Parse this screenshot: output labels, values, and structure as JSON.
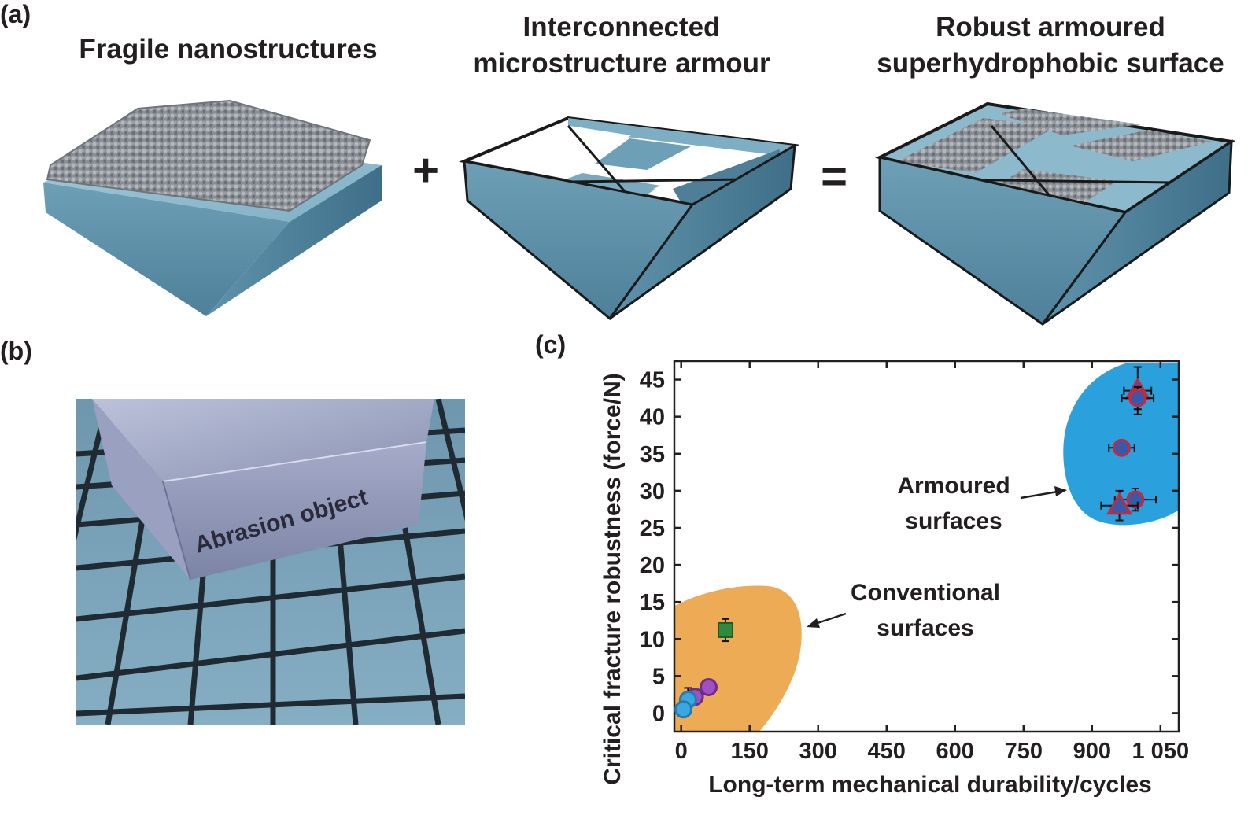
{
  "panel_a": {
    "label": "(a)",
    "col1_title": "Fragile nanostructures",
    "col2_title_line1": "Interconnected",
    "col2_title_line2": "microstructure armour",
    "col3_title_line1": "Robust armoured",
    "col3_title_line2": "superhydrophobic surface",
    "plus": "+",
    "equals": "="
  },
  "panel_b": {
    "label": "(b)",
    "object_label": "Abrasion object"
  },
  "panel_c": {
    "label": "(c)",
    "armoured_line1": "Armoured",
    "armoured_line2": "surfaces",
    "conventional_line1": "Conventional",
    "conventional_line2": "surfaces"
  },
  "colors": {
    "slab_top": "#8db8cc",
    "slab_side": "#5e8fa8",
    "armoured_region": "#2aa0dc",
    "conventional_region": "#eeab55",
    "marker_red": "#c8283a",
    "marker_blue": "#3a58a8",
    "marker_green": "#2e8b3e",
    "marker_purple": "#a050c0"
  },
  "chart_data": {
    "type": "scatter",
    "xlabel": "Long-term mechanical durability/cycles",
    "ylabel": "Critical fracture robustness (force/N)",
    "xlim": [
      -15,
      1090
    ],
    "ylim": [
      -2.5,
      47.5
    ],
    "xticks": [
      0,
      150,
      300,
      450,
      600,
      750,
      900,
      1050
    ],
    "xtick_labels": [
      "0",
      "150",
      "300",
      "450",
      "600",
      "750",
      "900",
      "1 050"
    ],
    "yticks": [
      0,
      5,
      10,
      15,
      20,
      25,
      30,
      35,
      40,
      45
    ],
    "ytick_labels": [
      "0",
      "5",
      "10",
      "15",
      "20",
      "25",
      "30",
      "35",
      "40",
      "45"
    ],
    "grid": false,
    "series": [
      {
        "points": [
          {
            "x": 1000,
            "y": 43.5,
            "xerr": 30,
            "yerr": 3.2,
            "marker": "triangle"
          },
          {
            "x": 1000,
            "y": 42.5,
            "xerr": 35,
            "yerr": 1.5,
            "marker": "circle"
          },
          {
            "x": 965,
            "y": 35.8,
            "xerr": 28,
            "yerr": 0.8,
            "marker": "circle"
          },
          {
            "x": 995,
            "y": 28.8,
            "xerr": 45,
            "yerr": 1.5,
            "marker": "circle"
          },
          {
            "x": 960,
            "y": 28.0,
            "xerr": 40,
            "yerr": 2.0,
            "marker": "triangle"
          }
        ]
      },
      {
        "points": [
          {
            "x": 97,
            "y": 11.2,
            "xerr": 4,
            "yerr": 1.5,
            "marker": "square"
          },
          {
            "x": 60,
            "y": 3.5,
            "xerr": 8,
            "yerr": 0.5,
            "marker": "circle"
          },
          {
            "x": 30,
            "y": 2.2,
            "xerr": 8,
            "yerr": 0.6,
            "marker": "circle"
          },
          {
            "x": 15,
            "y": 1.8,
            "xerr": 15,
            "yerr": 1.6,
            "marker": "circle"
          },
          {
            "x": 5,
            "y": 0.5,
            "xerr": 5,
            "yerr": 0.5,
            "marker": "circle"
          }
        ]
      }
    ]
  }
}
